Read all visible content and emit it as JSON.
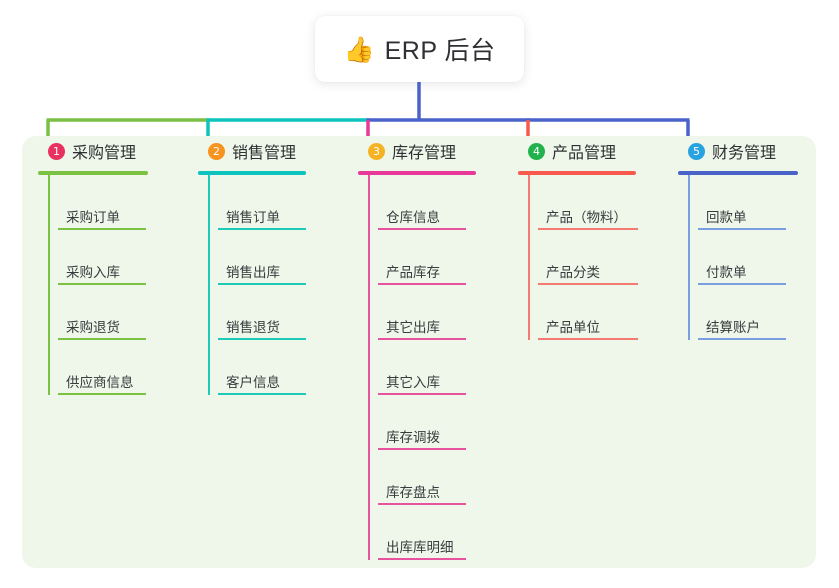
{
  "root": {
    "icon": "thumbs-up-emoji",
    "icon_glyph": "👍",
    "title": "ERP 后台"
  },
  "panel": {
    "background_color": "#eef7ea"
  },
  "columns": [
    {
      "index": "1",
      "title": "采购管理",
      "badge_color": "#e8315f",
      "line_color": "#7cc242",
      "rule_color": "#7cc242",
      "connector_color": "#7ac143",
      "items": [
        {
          "label": "采购订单"
        },
        {
          "label": "采购入库"
        },
        {
          "label": "采购退货"
        },
        {
          "label": "供应商信息"
        }
      ]
    },
    {
      "index": "2",
      "title": "销售管理",
      "badge_color": "#f7931e",
      "line_color": "#1ec9b7",
      "rule_color": "#0cc3bd",
      "connector_color": "#0cc3bd",
      "items": [
        {
          "label": "销售订单"
        },
        {
          "label": "销售出库"
        },
        {
          "label": "销售退货"
        },
        {
          "label": "客户信息"
        }
      ]
    },
    {
      "index": "3",
      "title": "库存管理",
      "badge_color": "#f5b324",
      "line_color": "#e8539f",
      "rule_color": "#e8399a",
      "connector_color": "#e8399a",
      "items": [
        {
          "label": "仓库信息"
        },
        {
          "label": "产品库存"
        },
        {
          "label": "其它出库"
        },
        {
          "label": "其它入库"
        },
        {
          "label": "库存调拨"
        },
        {
          "label": "库存盘点"
        },
        {
          "label": "出库库明细"
        }
      ]
    },
    {
      "index": "4",
      "title": "产品管理",
      "badge_color": "#22b24c",
      "line_color": "#f47b72",
      "rule_color": "#f85a4f",
      "connector_color": "#f85a4f",
      "items": [
        {
          "label": "产品（物料）"
        },
        {
          "label": "产品分类"
        },
        {
          "label": "产品单位"
        }
      ]
    },
    {
      "index": "5",
      "title": "财务管理",
      "badge_color": "#29a3e0",
      "line_color": "#7a9fe0",
      "rule_color": "#4a63c8",
      "connector_color": "#4a63c8",
      "items": [
        {
          "label": "回款单"
        },
        {
          "label": "付款单"
        },
        {
          "label": "结算账户"
        }
      ]
    }
  ]
}
